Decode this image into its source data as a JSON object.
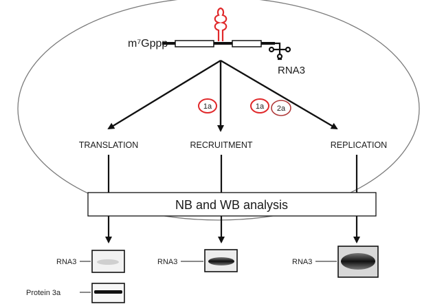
{
  "construct": {
    "cap_label": "m⁷Gppp",
    "rna_label": "RNA3"
  },
  "assays": {
    "translation": "TRANSLATION",
    "recruitment": "RECRUITMENT",
    "replication": "REPLICATION"
  },
  "proteins": {
    "recruitment_1a": "1a",
    "replication_1a": "1a",
    "replication_2a": "2a"
  },
  "analysis": {
    "label": "NB and WB analysis"
  },
  "blots": {
    "translation_rna3": "RNA3",
    "translation_protein3a": "Protein 3a",
    "recruitment_rna3": "RNA3",
    "replication_rna3": "RNA3"
  },
  "colors": {
    "hairpin_red": "#e0282a",
    "line": "#111111",
    "cell_outline": "#7a7a7a"
  }
}
